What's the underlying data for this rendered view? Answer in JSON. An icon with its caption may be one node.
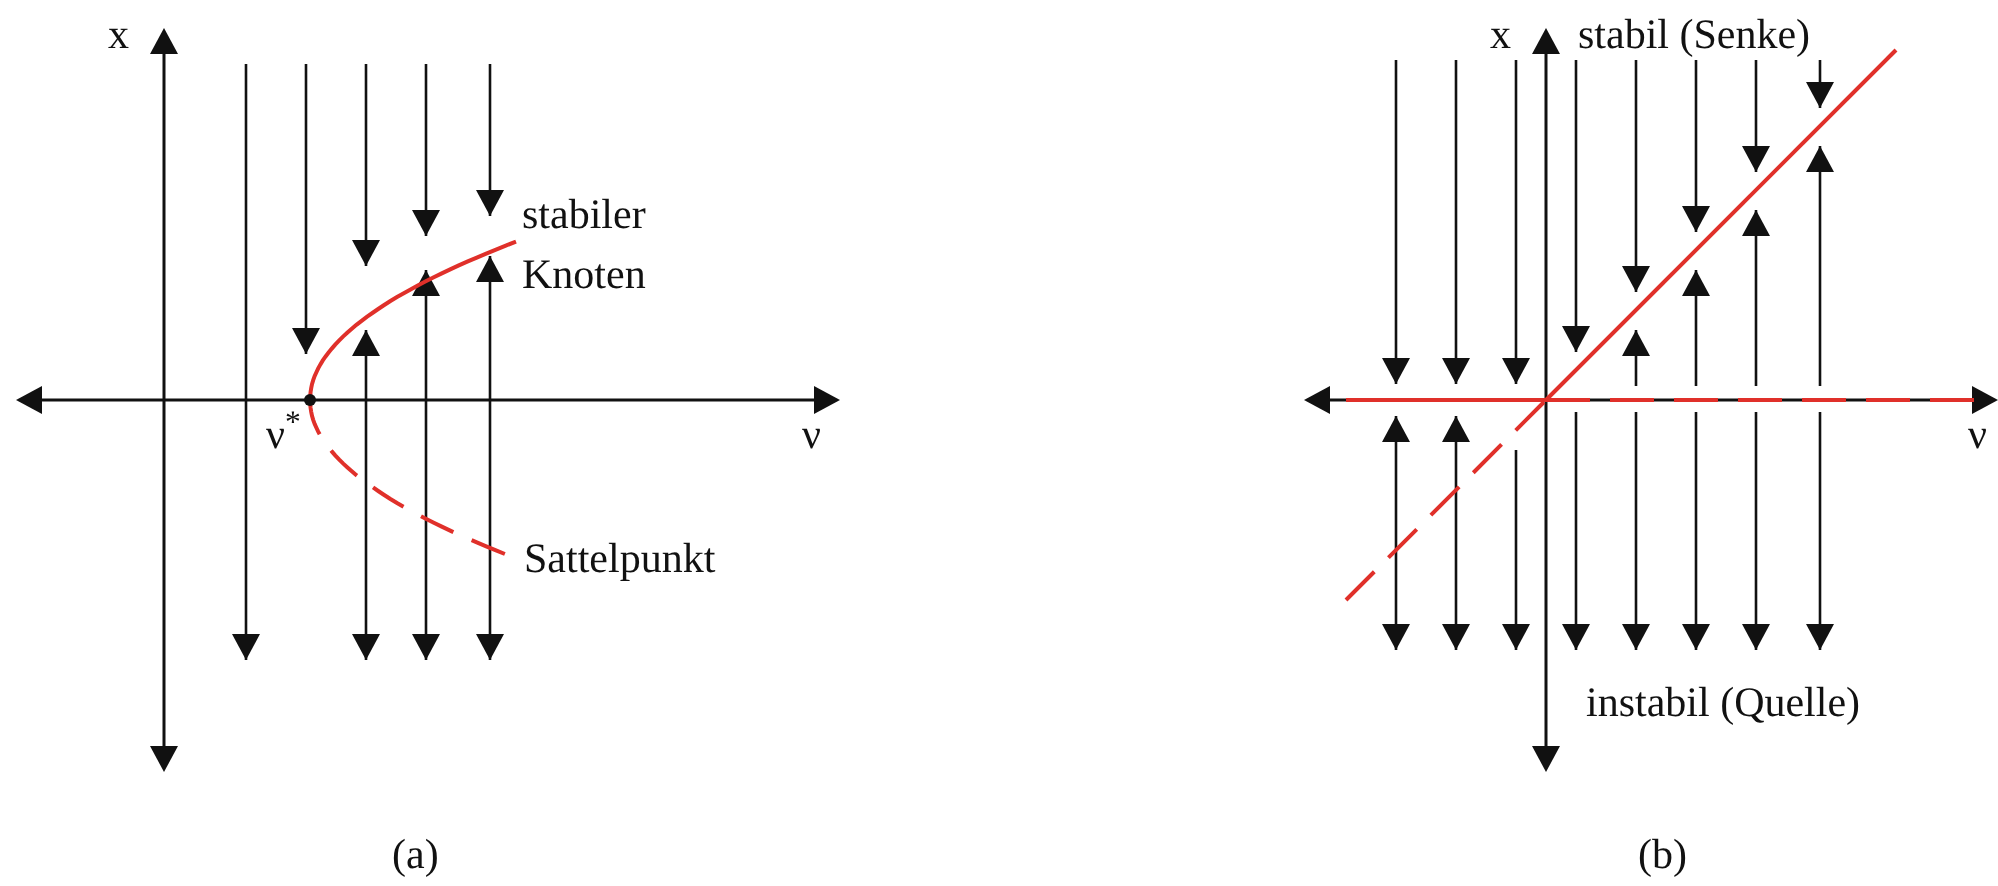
{
  "diagram": {
    "labels": [
      "x",
      "stabiler Knoten",
      "ν",
      "ν$^{*}$",
      "Sattelpunkt",
      "(a)",
      "x",
      "stabil (Senke)",
      "ν",
      "instabil (Quelle)",
      "(b)"
    ]
  }
}
